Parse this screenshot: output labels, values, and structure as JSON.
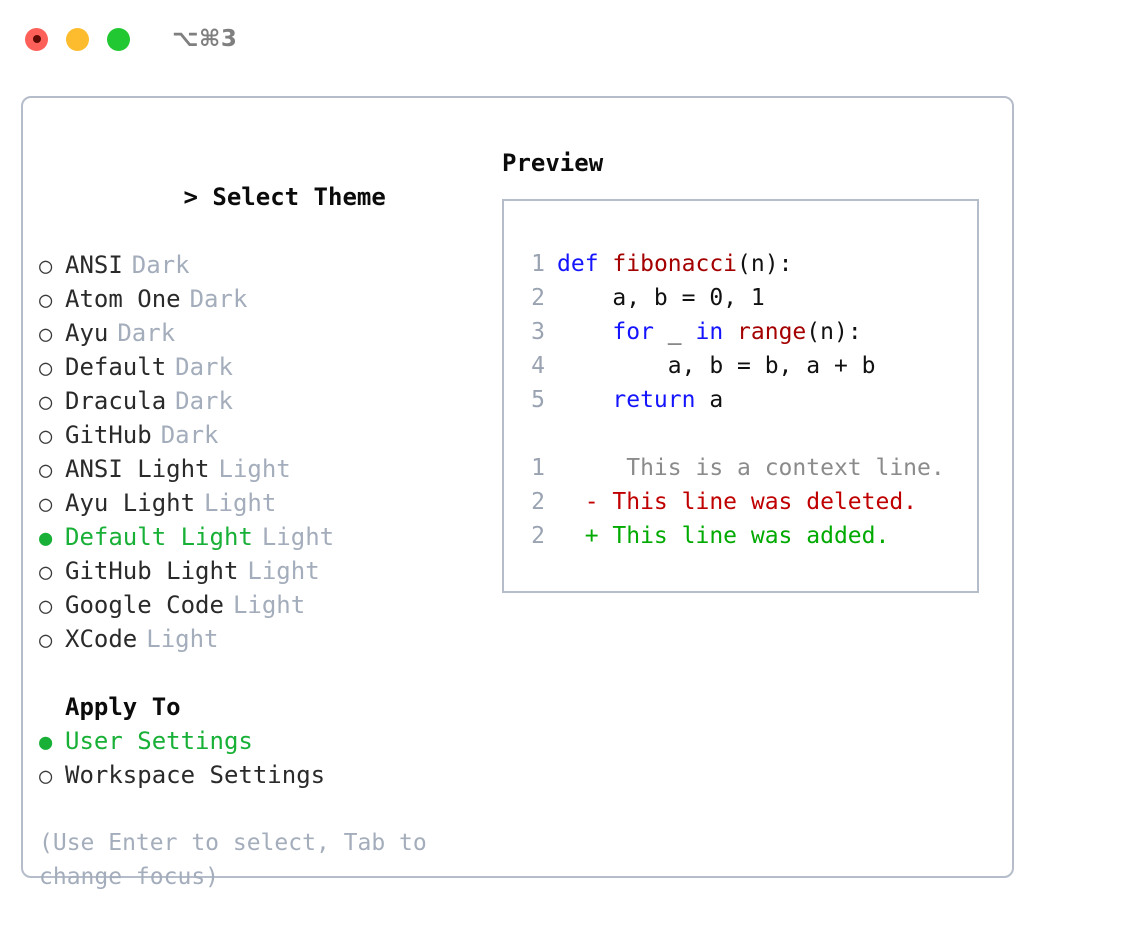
{
  "titlebar": {
    "shortcut": "⌥⌘3",
    "buttons": [
      {
        "name": "close",
        "color": "#fc6058"
      },
      {
        "name": "minimize",
        "color": "#fdbc2d"
      },
      {
        "name": "maximize",
        "color": "#21c831"
      }
    ]
  },
  "theme_panel": {
    "heading": "> Select Theme",
    "heading_caret": ">",
    "heading_text": "Select Theme",
    "bullet_off": "○",
    "bullet_on": "●",
    "items": [
      {
        "label": "ANSI",
        "tag": "Dark",
        "selected": false
      },
      {
        "label": "Atom One",
        "tag": "Dark",
        "selected": false
      },
      {
        "label": "Ayu",
        "tag": "Dark",
        "selected": false
      },
      {
        "label": "Default",
        "tag": "Dark",
        "selected": false
      },
      {
        "label": "Dracula",
        "tag": "Dark",
        "selected": false
      },
      {
        "label": "GitHub",
        "tag": "Dark",
        "selected": false
      },
      {
        "label": "ANSI Light",
        "tag": "Light",
        "selected": false
      },
      {
        "label": "Ayu Light",
        "tag": "Light",
        "selected": false
      },
      {
        "label": "Default Light",
        "tag": "Light",
        "selected": true
      },
      {
        "label": "GitHub Light",
        "tag": "Light",
        "selected": false
      },
      {
        "label": "Google Code",
        "tag": "Light",
        "selected": false
      },
      {
        "label": "XCode",
        "tag": "Light",
        "selected": false
      }
    ]
  },
  "apply_to": {
    "heading": "Apply To",
    "items": [
      {
        "label": "User Settings",
        "selected": true
      },
      {
        "label": "Workspace Settings",
        "selected": false
      }
    ]
  },
  "hint": "(Use Enter to select, Tab to change focus)",
  "preview": {
    "heading": "Preview",
    "code_lines": [
      {
        "num": "1",
        "tokens": [
          {
            "t": "def",
            "c": "kw"
          },
          {
            "t": " ",
            "c": "plain"
          },
          {
            "t": "fibonacci",
            "c": "fn"
          },
          {
            "t": "(n):",
            "c": "plain"
          }
        ]
      },
      {
        "num": "2",
        "tokens": [
          {
            "t": "    a, b = 0, 1",
            "c": "plain"
          }
        ]
      },
      {
        "num": "3",
        "tokens": [
          {
            "t": "    ",
            "c": "plain"
          },
          {
            "t": "for",
            "c": "kw"
          },
          {
            "t": " _ ",
            "c": "plain"
          },
          {
            "t": "in",
            "c": "kw"
          },
          {
            "t": " ",
            "c": "plain"
          },
          {
            "t": "range",
            "c": "fn"
          },
          {
            "t": "(n):",
            "c": "plain"
          }
        ]
      },
      {
        "num": "4",
        "tokens": [
          {
            "t": "        a, b = b, a + b",
            "c": "plain"
          }
        ]
      },
      {
        "num": "5",
        "tokens": [
          {
            "t": "    ",
            "c": "plain"
          },
          {
            "t": "return",
            "c": "kw"
          },
          {
            "t": " a",
            "c": "plain"
          }
        ]
      }
    ],
    "diff_lines": [
      {
        "num": "1",
        "marker": " ",
        "text": "  This is a context line.",
        "kind": "ctx"
      },
      {
        "num": "2",
        "marker": "-",
        "text": " This line was deleted.",
        "kind": "del"
      },
      {
        "num": "2",
        "marker": "+",
        "text": " This line was added.",
        "kind": "add"
      }
    ]
  },
  "colors": {
    "accent_green": "#18b037",
    "tag_gray": "#a4adbb",
    "border": "#b5bdcb",
    "keyword_blue": "#1414ff",
    "function_red": "#a40000",
    "diff_deleted": "#c00000",
    "diff_added": "#00aa00",
    "diff_context": "#8b8b8b"
  }
}
